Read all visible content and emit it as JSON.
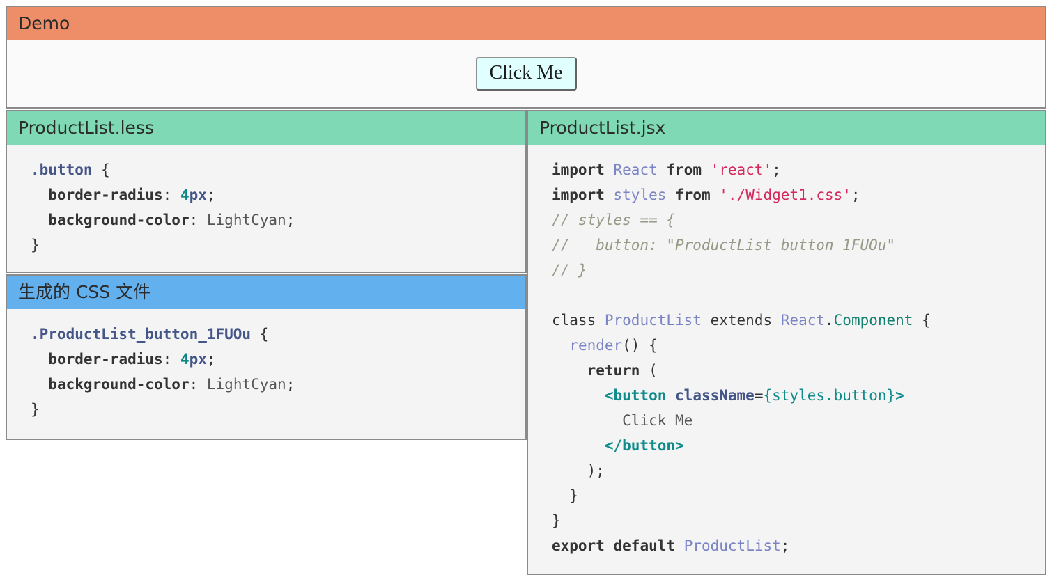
{
  "demo": {
    "header_title": "Demo",
    "button_label": "Click Me"
  },
  "panels": {
    "less": {
      "title": "ProductList.less",
      "lines": [
        {
          "indent": 0,
          "tokens": [
            {
              "t": ".button",
              "c": "t-sel"
            },
            {
              "t": " {",
              "c": "t-punc"
            }
          ]
        },
        {
          "indent": 1,
          "tokens": [
            {
              "t": "border-radius",
              "c": "t-prop"
            },
            {
              "t": ": ",
              "c": "t-punc"
            },
            {
              "t": "4",
              "c": "t-num"
            },
            {
              "t": "px",
              "c": "t-unit"
            },
            {
              "t": ";",
              "c": "t-punc"
            }
          ]
        },
        {
          "indent": 1,
          "tokens": [
            {
              "t": "background-color",
              "c": "t-prop"
            },
            {
              "t": ": ",
              "c": "t-punc"
            },
            {
              "t": "LightCyan",
              "c": "t-val"
            },
            {
              "t": ";",
              "c": "t-punc"
            }
          ]
        },
        {
          "indent": 0,
          "tokens": [
            {
              "t": "}",
              "c": "t-punc"
            }
          ]
        }
      ]
    },
    "generated_css": {
      "title": "生成的 CSS 文件",
      "lines": [
        {
          "indent": 0,
          "tokens": [
            {
              "t": ".ProductList_button_1FUOu",
              "c": "t-sel"
            },
            {
              "t": " {",
              "c": "t-punc"
            }
          ]
        },
        {
          "indent": 1,
          "tokens": [
            {
              "t": "border-radius",
              "c": "t-prop"
            },
            {
              "t": ": ",
              "c": "t-punc"
            },
            {
              "t": "4",
              "c": "t-num"
            },
            {
              "t": "px",
              "c": "t-unit"
            },
            {
              "t": ";",
              "c": "t-punc"
            }
          ]
        },
        {
          "indent": 1,
          "tokens": [
            {
              "t": "background-color",
              "c": "t-prop"
            },
            {
              "t": ": ",
              "c": "t-punc"
            },
            {
              "t": "LightCyan",
              "c": "t-val"
            },
            {
              "t": ";",
              "c": "t-punc"
            }
          ]
        },
        {
          "indent": 0,
          "tokens": [
            {
              "t": "}",
              "c": "t-punc"
            }
          ]
        }
      ]
    },
    "jsx": {
      "title": "ProductList.jsx",
      "lines": [
        {
          "indent": 0,
          "tokens": [
            {
              "t": "import",
              "c": "t-kw"
            },
            {
              "t": " ",
              "c": "t-plain"
            },
            {
              "t": "React",
              "c": "t-ident"
            },
            {
              "t": " ",
              "c": "t-plain"
            },
            {
              "t": "from",
              "c": "t-kw"
            },
            {
              "t": " ",
              "c": "t-plain"
            },
            {
              "t": "'react'",
              "c": "t-str"
            },
            {
              "t": ";",
              "c": "t-punc"
            }
          ]
        },
        {
          "indent": 0,
          "tokens": [
            {
              "t": "import",
              "c": "t-kw"
            },
            {
              "t": " ",
              "c": "t-plain"
            },
            {
              "t": "styles",
              "c": "t-ident"
            },
            {
              "t": " ",
              "c": "t-plain"
            },
            {
              "t": "from",
              "c": "t-kw"
            },
            {
              "t": " ",
              "c": "t-plain"
            },
            {
              "t": "'./Widget1.css'",
              "c": "t-str"
            },
            {
              "t": ";",
              "c": "t-punc"
            }
          ]
        },
        {
          "indent": 0,
          "tokens": [
            {
              "t": "// styles == {",
              "c": "t-cmt"
            }
          ]
        },
        {
          "indent": 0,
          "tokens": [
            {
              "t": "//   button: \"ProductList_button_1FUOu\"",
              "c": "t-cmt"
            }
          ]
        },
        {
          "indent": 0,
          "tokens": [
            {
              "t": "// }",
              "c": "t-cmt"
            }
          ]
        },
        {
          "indent": 0,
          "tokens": [
            {
              "t": " ",
              "c": "t-plain"
            }
          ]
        },
        {
          "indent": 0,
          "tokens": [
            {
              "t": "class",
              "c": "t-plain"
            },
            {
              "t": " ",
              "c": "t-plain"
            },
            {
              "t": "ProductList",
              "c": "t-ident"
            },
            {
              "t": " ",
              "c": "t-plain"
            },
            {
              "t": "extends",
              "c": "t-plain"
            },
            {
              "t": " ",
              "c": "t-plain"
            },
            {
              "t": "React",
              "c": "t-ident"
            },
            {
              "t": ".",
              "c": "t-punc"
            },
            {
              "t": "Component",
              "c": "t-member"
            },
            {
              "t": " {",
              "c": "t-punc"
            }
          ]
        },
        {
          "indent": 1,
          "tokens": [
            {
              "t": "render",
              "c": "t-fn"
            },
            {
              "t": "() {",
              "c": "t-punc"
            }
          ]
        },
        {
          "indent": 2,
          "tokens": [
            {
              "t": "return",
              "c": "t-kw"
            },
            {
              "t": " (",
              "c": "t-punc"
            }
          ]
        },
        {
          "indent": 3,
          "tokens": [
            {
              "t": "<button",
              "c": "t-tag"
            },
            {
              "t": " ",
              "c": "t-plain"
            },
            {
              "t": "className",
              "c": "t-attr"
            },
            {
              "t": "=",
              "c": "t-punc"
            },
            {
              "t": "{styles.button}",
              "c": "t-expr"
            },
            {
              "t": ">",
              "c": "t-tag"
            }
          ]
        },
        {
          "indent": 4,
          "tokens": [
            {
              "t": "Click Me",
              "c": "t-text"
            }
          ]
        },
        {
          "indent": 3,
          "tokens": [
            {
              "t": "</button>",
              "c": "t-tag"
            }
          ]
        },
        {
          "indent": 2,
          "tokens": [
            {
              "t": ");",
              "c": "t-punc"
            }
          ]
        },
        {
          "indent": 1,
          "tokens": [
            {
              "t": "}",
              "c": "t-punc"
            }
          ]
        },
        {
          "indent": 0,
          "tokens": [
            {
              "t": "}",
              "c": "t-punc"
            }
          ]
        },
        {
          "indent": 0,
          "tokens": [
            {
              "t": "export",
              "c": "t-kw"
            },
            {
              "t": " ",
              "c": "t-plain"
            },
            {
              "t": "default",
              "c": "t-kw"
            },
            {
              "t": " ",
              "c": "t-plain"
            },
            {
              "t": "ProductList",
              "c": "t-ident"
            },
            {
              "t": ";",
              "c": "t-punc"
            }
          ]
        }
      ]
    }
  },
  "colors": {
    "demo_header": "#ee8e68",
    "less_header": "#7ed9b4",
    "css_header": "#63b0ef",
    "jsx_header": "#7ed9b4",
    "code_background": "#f4f4f4",
    "panel_border": "#8a8a8a",
    "button_background": "#e0ffff"
  }
}
